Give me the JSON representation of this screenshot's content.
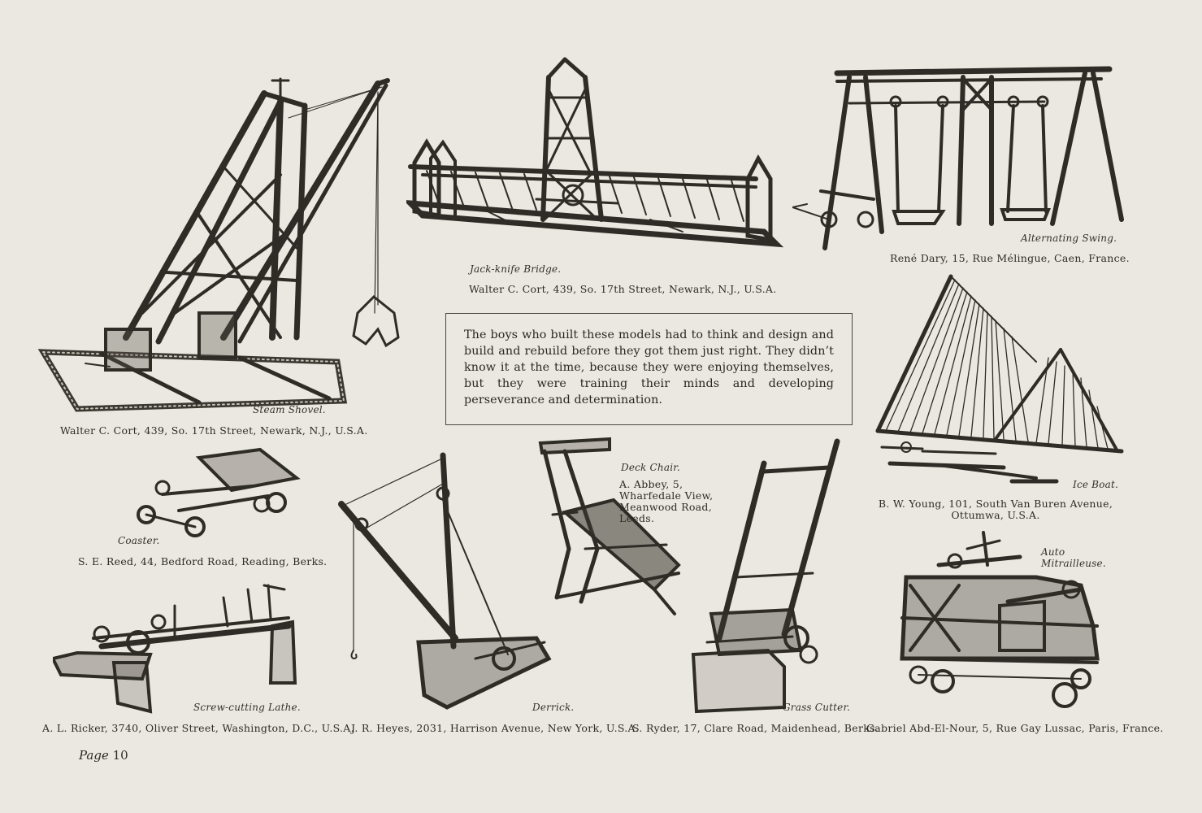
{
  "intro_text": "The boys who built these models had to think and design and build and rebuild before they got them just right. They didn’t know it at the time, because they were enjoying themselves, but they were training their minds and developing perseverance and determination.",
  "page": {
    "label": "Page",
    "number": "10"
  },
  "models": {
    "steam_shovel": {
      "caption": "Steam Shovel.",
      "builder": "Walter C. Cort, 439, So. 17th Street, Newark, N.J., U.S.A."
    },
    "jack_knife_bridge": {
      "caption": "Jack-knife Bridge.",
      "builder": "Walter C. Cort, 439, So. 17th Street, Newark, N.J., U.S.A."
    },
    "alternating_swing": {
      "caption": "Alternating Swing.",
      "builder": "René Dary, 15, Rue Mélingue, Caen, France."
    },
    "ice_boat": {
      "caption": "Ice Boat.",
      "builder": "B. W. Young, 101, South Van Buren Avenue, Ottumwa, U.S.A."
    },
    "coaster": {
      "caption": "Coaster.",
      "builder": "S. E. Reed, 44, Bedford Road, Reading, Berks."
    },
    "deck_chair": {
      "caption": "Deck Chair.",
      "builder": "A. Abbey, 5, Wharfedale View, Meanwood Road, Leeds."
    },
    "auto_mitrailleuse": {
      "caption": "Auto Mitrailleuse.",
      "builder": "Gabriel Abd-El-Nour, 5, Rue Gay Lussac, Paris, France."
    },
    "screw_cutting_lathe": {
      "caption": "Screw-cutting Lathe.",
      "builder": "A. L. Ricker, 3740, Oliver Street, Washington, D.C., U.S.A."
    },
    "derrick": {
      "caption": "Derrick.",
      "builder": "J. R. Heyes, 2031, Harrison Avenue, New York, U.S.A."
    },
    "grass_cutter": {
      "caption": "Grass Cutter.",
      "builder": "S. Ryder, 17, Clare Road, Maidenhead, Berks."
    }
  }
}
